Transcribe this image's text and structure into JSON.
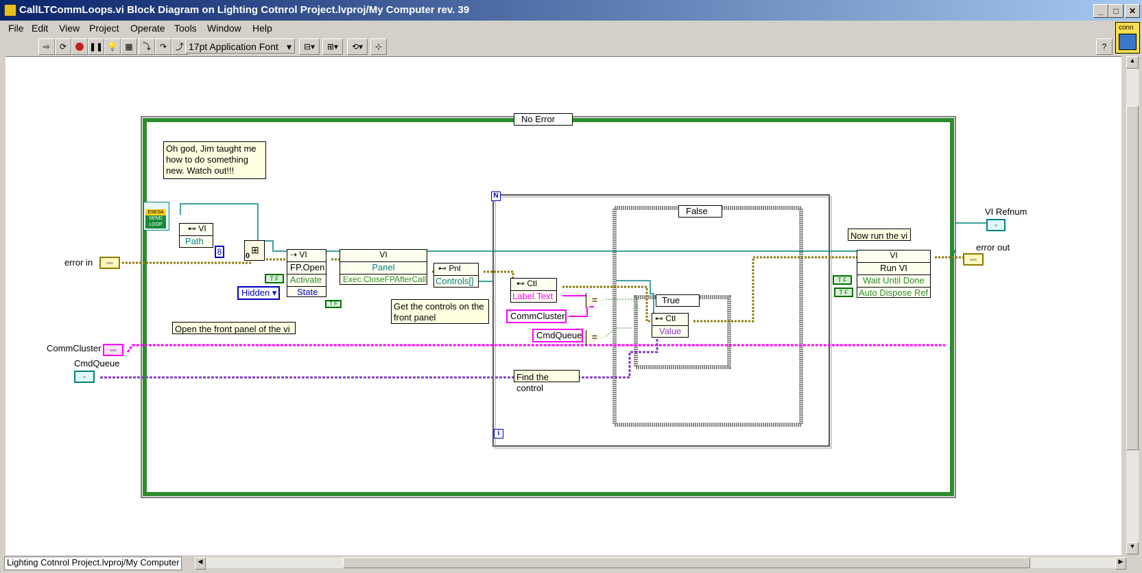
{
  "window": {
    "title": "CallLTCommLoops.vi Block Diagram on Lighting Cotnrol Project.lvproj/My Computer rev. 39",
    "minimize": "_",
    "maximize": "□",
    "close": "✕"
  },
  "menu": [
    "File",
    "Edit",
    "View",
    "Project",
    "Operate",
    "Tools",
    "Window",
    "Help"
  ],
  "toolbar": {
    "font": "17pt Application Font",
    "help": "?",
    "conn_label": "conn"
  },
  "diagram": {
    "case_selector": "No Error",
    "inner_case_selector": "False",
    "innermost_case_selector": "True",
    "loop_count": "N",
    "loop_iter": "i",
    "notes": {
      "jim": "Oh god, Jim taught me how to do something new.  Watch out!!!",
      "open_fp": "Open the front panel of the vi",
      "get_controls": "Get the controls on the front panel",
      "find_control": "Find the control",
      "run_vi": "Now run the vi"
    },
    "terminals": {
      "error_in": "error in",
      "error_out": "error out",
      "comm_cluster": "CommCluster",
      "cmd_queue": "CmdQueue",
      "vi_refnum": "VI Refnum"
    },
    "nodes": {
      "icon_lines": [
        "ESESA",
        "SEND",
        "LOOP"
      ],
      "vi_ref_title": "VI",
      "vi_ref_path": "Path",
      "const_8": "8",
      "const_0": "0",
      "fp_open_title": "VI",
      "fp_open_method": "FP.Open",
      "fp_open_activate": "Activate",
      "fp_open_state": "State",
      "hidden_enum": "Hidden",
      "panel_node_title": "VI",
      "panel_prop": "Panel",
      "exec_prop": "Exec.CloseFPAfterCall",
      "pnl_title": "Pnl",
      "controls_prop": "Controls[]",
      "ctl_title": "Ctl",
      "label_text_prop": "Label.Text",
      "comm_cluster_const": "CommCluster",
      "cmd_queue_const": "CmdQueue",
      "ctl_inner_title": "Ctl",
      "value_prop": "Value",
      "run_title": "VI",
      "run_method": "Run VI",
      "wait_until_done": "Wait Until Done",
      "auto_dispose": "Auto Dispose Ref",
      "tf": "T F",
      "eq": "="
    }
  },
  "status": {
    "project": "Lighting Cotnrol Project.lvproj/My Computer"
  },
  "colors": {
    "error_wire": "#8c7a00",
    "pink_wire": "#ff00ff",
    "teal_wire": "#008080",
    "green_frame": "#2e8b2e",
    "boolean_green": "#007000",
    "note_bg": "#ffffe1"
  }
}
